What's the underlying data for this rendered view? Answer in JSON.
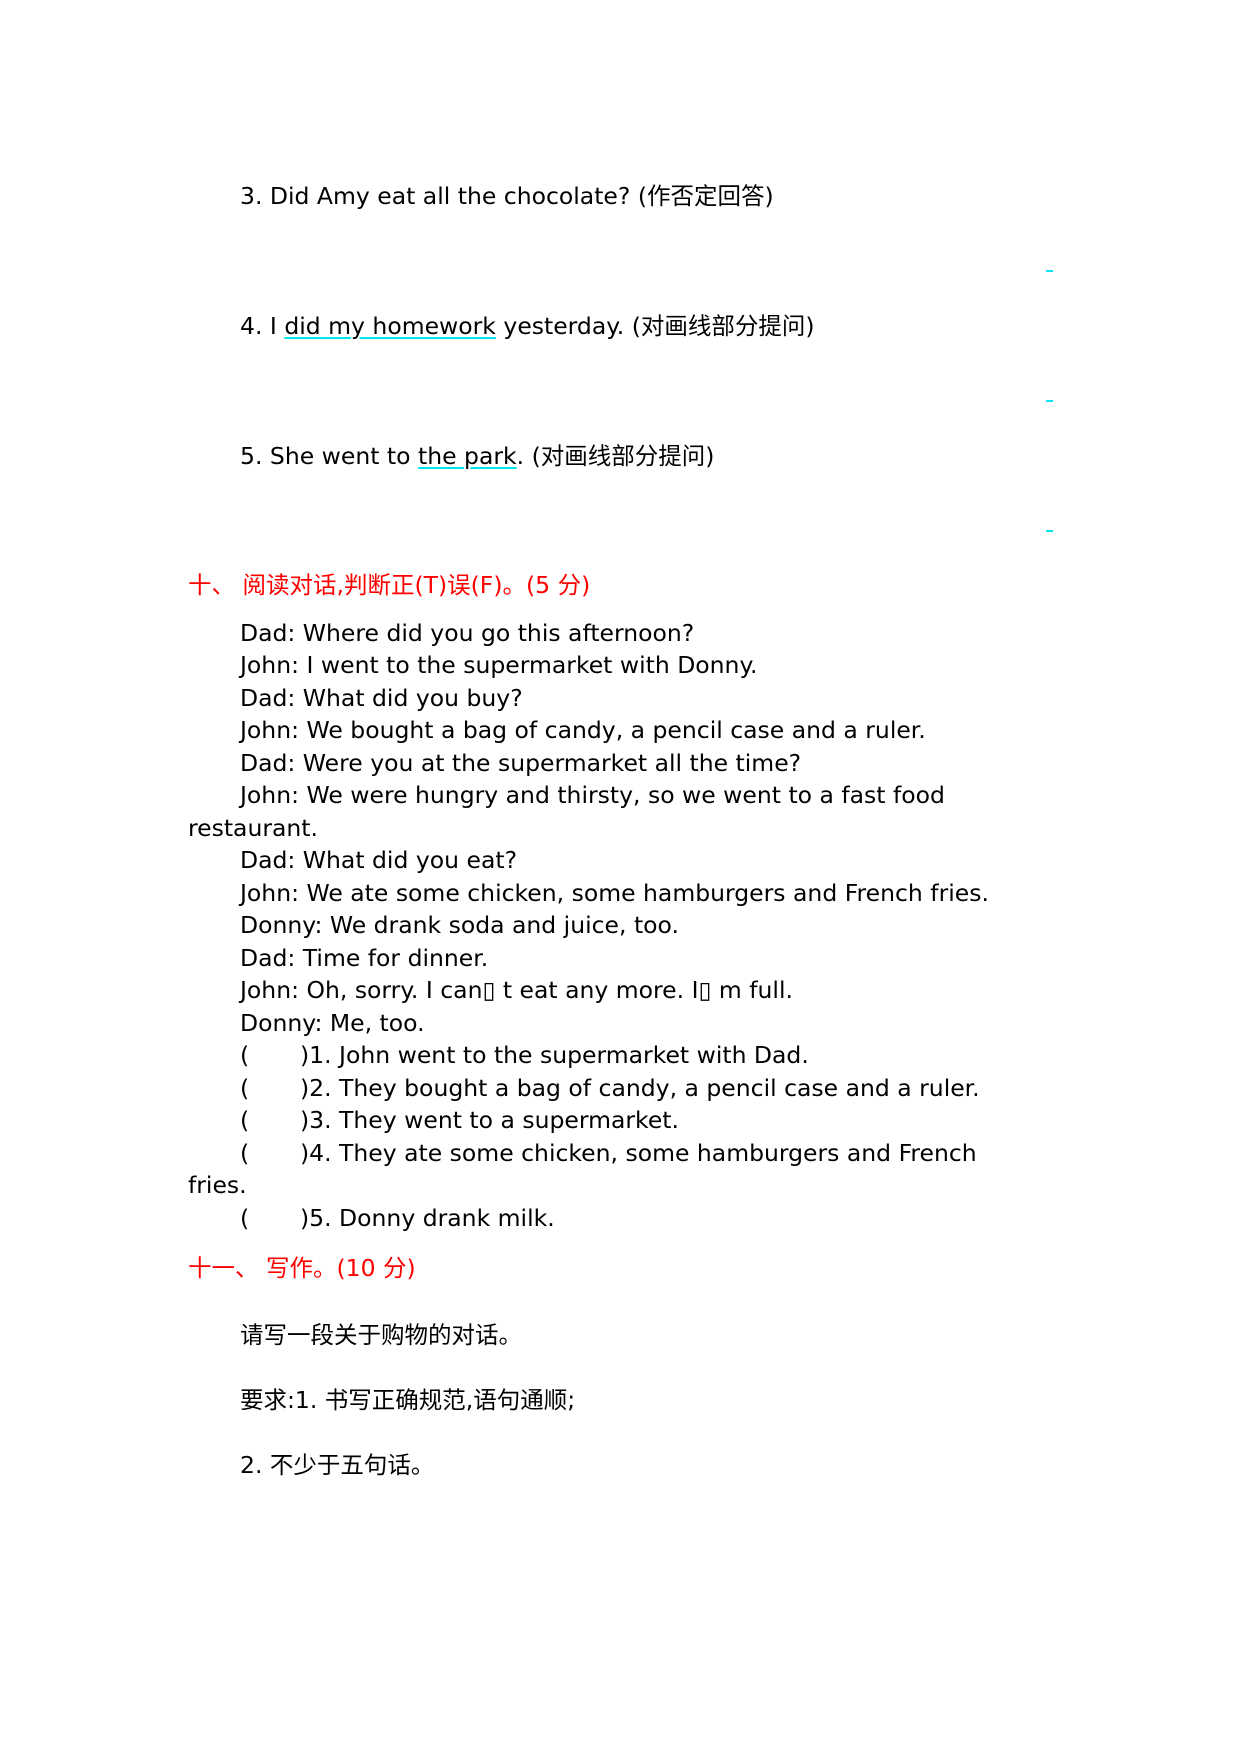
{
  "rewrite_questions": [
    {
      "number": "3.",
      "pre": "Did Amy eat all the chocolate?",
      "underlined": "",
      "post": "",
      "instruction": "(作否定回答)"
    },
    {
      "number": "4.",
      "pre": "I",
      "underlined": "did my homework",
      "post": "yesterday.",
      "instruction": "(对画线部分提问)"
    },
    {
      "number": "5.",
      "pre": "She went to",
      "underlined": "the park",
      "post": ".",
      "instruction": "(对画线部分提问)"
    }
  ],
  "answer_line_marker": "-",
  "section_10": {
    "heading": "十、 阅读对话,判断正(T)误(F)。(5 分)",
    "dialogue": [
      "Dad: Where did you go this afternoon?",
      "John: I went to the supermarket with Donny.",
      "Dad: What did you buy?",
      "John: We bought a bag of candy, a pencil case and a ruler.",
      "Dad: Were you at the supermarket all the time?",
      "John: We were hungry and thirsty, so we went to a fast food",
      "restaurant.",
      "Dad: What did you eat?",
      "John: We ate some chicken, some hamburgers and French fries.",
      "Donny: We drank soda and juice, too.",
      "Dad: Time for dinner.",
      "John: Oh, sorry. I can▯ t eat any more. I▯ m full.",
      "Donny: Me, too."
    ],
    "statements": [
      {
        "paren": "(",
        "text": ")1. John went to the supermarket with Dad."
      },
      {
        "paren": "(",
        "text": ")2. They bought a bag of candy, a pencil case and a ruler."
      },
      {
        "paren": "(",
        "text": ")3. They went to a supermarket."
      },
      {
        "paren": "(",
        "text": ")4. They ate some chicken, some hamburgers and French"
      },
      {
        "paren": "",
        "text": "fries."
      },
      {
        "paren": "(",
        "text": ")5. Donny drank milk."
      }
    ]
  },
  "section_11": {
    "heading": "十一、 写作。(10 分)",
    "prompt": "请写一段关于购物的对话。",
    "requirement_1": "要求:1. 书写正确规范,语句通顺;",
    "requirement_2": "2. 不少于五句话。"
  },
  "colors": {
    "heading": "#ff0000",
    "underline": "#00e5ee"
  }
}
